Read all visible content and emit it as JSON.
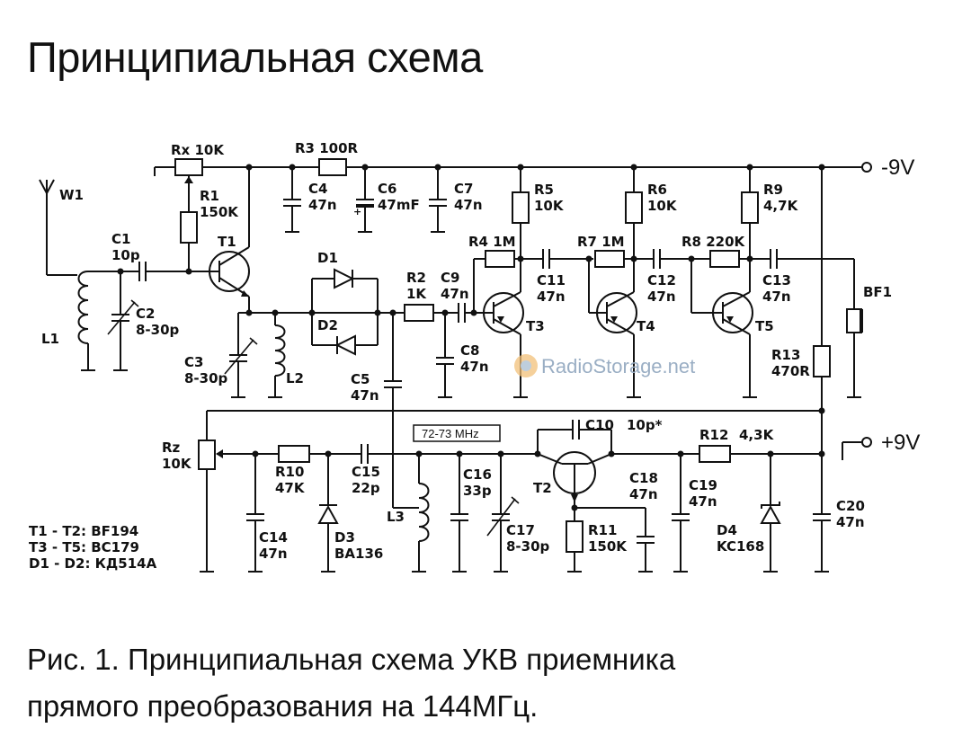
{
  "title": "Принципиальная схема",
  "caption": {
    "line1": "Рис. 1. Принципиальная схема УКВ приемника",
    "line2": "прямого преобразования на 144МГц."
  },
  "watermark": "RadioStorage.net",
  "supply": {
    "neg": "-9V",
    "pos": "+9V"
  },
  "freq_label": "72-73 MHz",
  "parts_note": [
    "T1 - T2:  BF194",
    "T3 - T5:  BC179",
    "D1 - D2:  КД514А"
  ],
  "components": {
    "W1": "W1",
    "L1": "L1",
    "C1": "C1",
    "C1v": "10p",
    "C2": "C2",
    "C2v": "8-30p",
    "Rx": "Rx 10K",
    "R1": "R1",
    "R1v": "150K",
    "T1": "T1",
    "C3": "C3",
    "C3v": "8-30p",
    "L2": "L2",
    "R3": "R3 100R",
    "C4": "C4",
    "C4v": "47n",
    "C6": "C6",
    "C6v": "47mF",
    "C7": "C7",
    "C7v": "47n",
    "D1": "D1",
    "D2": "D2",
    "C5": "C5",
    "C5v": "47n",
    "R2": "R2",
    "R2v": "1K",
    "C9": "C9",
    "C9v": "47n",
    "C8": "C8",
    "C8v": "47n",
    "R4": "R4 1M",
    "R5": "R5",
    "R5v": "10K",
    "C11": "C11",
    "C11v": "47n",
    "T3": "T3",
    "R7": "R7 1M",
    "R6": "R6",
    "R6v": "10K",
    "C12": "C12",
    "C12v": "47n",
    "T4": "T4",
    "R8": "R8 220K",
    "R9": "R9",
    "R9v": "4,7K",
    "C13": "C13",
    "C13v": "47n",
    "T5": "T5",
    "BF1": "BF1",
    "R13": "R13",
    "R13v": "470R",
    "Rz": "Rz",
    "Rzv": "10K",
    "R10": "R10",
    "R10v": "47K",
    "C14": "C14",
    "C14v": "47n",
    "D3": "D3",
    "D3v": "BA136",
    "C15": "C15",
    "C15v": "22p",
    "L3": "L3",
    "C16": "C16",
    "C16v": "33p",
    "C17": "C17",
    "C17v": "8-30p",
    "C10": "C10",
    "C10v": "10p*",
    "T2": "T2",
    "R11": "R11",
    "R11v": "150K",
    "C18": "C18",
    "C18v": "47n",
    "C19": "C19",
    "C19v": "47n",
    "R12": "R12",
    "R12v": "4,3K",
    "D4": "D4",
    "D4v": "KC168",
    "C20": "C20",
    "C20v": "47n"
  }
}
